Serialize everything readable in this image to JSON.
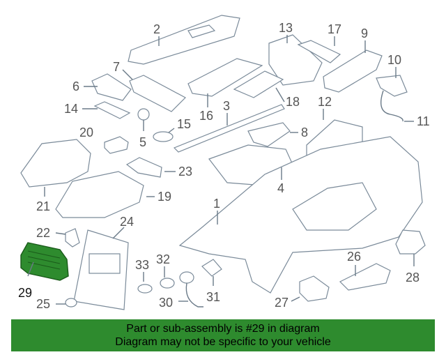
{
  "diagram": {
    "callouts": [
      {
        "id": "c1",
        "label": "1"
      },
      {
        "id": "c2",
        "label": "2"
      },
      {
        "id": "c3",
        "label": "3"
      },
      {
        "id": "c4",
        "label": "4"
      },
      {
        "id": "c5",
        "label": "5"
      },
      {
        "id": "c6",
        "label": "6"
      },
      {
        "id": "c7",
        "label": "7"
      },
      {
        "id": "c8",
        "label": "8"
      },
      {
        "id": "c9",
        "label": "9"
      },
      {
        "id": "c10",
        "label": "10"
      },
      {
        "id": "c11",
        "label": "11"
      },
      {
        "id": "c12",
        "label": "12"
      },
      {
        "id": "c13",
        "label": "13"
      },
      {
        "id": "c14",
        "label": "14"
      },
      {
        "id": "c15",
        "label": "15"
      },
      {
        "id": "c16",
        "label": "16"
      },
      {
        "id": "c17",
        "label": "17"
      },
      {
        "id": "c18",
        "label": "18"
      },
      {
        "id": "c19",
        "label": "19"
      },
      {
        "id": "c20",
        "label": "20"
      },
      {
        "id": "c21",
        "label": "21"
      },
      {
        "id": "c22",
        "label": "22"
      },
      {
        "id": "c23",
        "label": "23"
      },
      {
        "id": "c24",
        "label": "24"
      },
      {
        "id": "c25",
        "label": "25"
      },
      {
        "id": "c26",
        "label": "26"
      },
      {
        "id": "c27",
        "label": "27"
      },
      {
        "id": "c28",
        "label": "28"
      },
      {
        "id": "c29",
        "label": "29"
      },
      {
        "id": "c30",
        "label": "30"
      },
      {
        "id": "c31",
        "label": "31"
      },
      {
        "id": "c32",
        "label": "32"
      },
      {
        "id": "c33",
        "label": "33"
      }
    ],
    "highlight_part": "29",
    "highlight_color": "#2e8b2e"
  },
  "banner": {
    "line1": "Part or sub-assembly is #29 in diagram",
    "line2": "Diagram may not be specific to your vehicle",
    "color": "#2e8b2e"
  }
}
